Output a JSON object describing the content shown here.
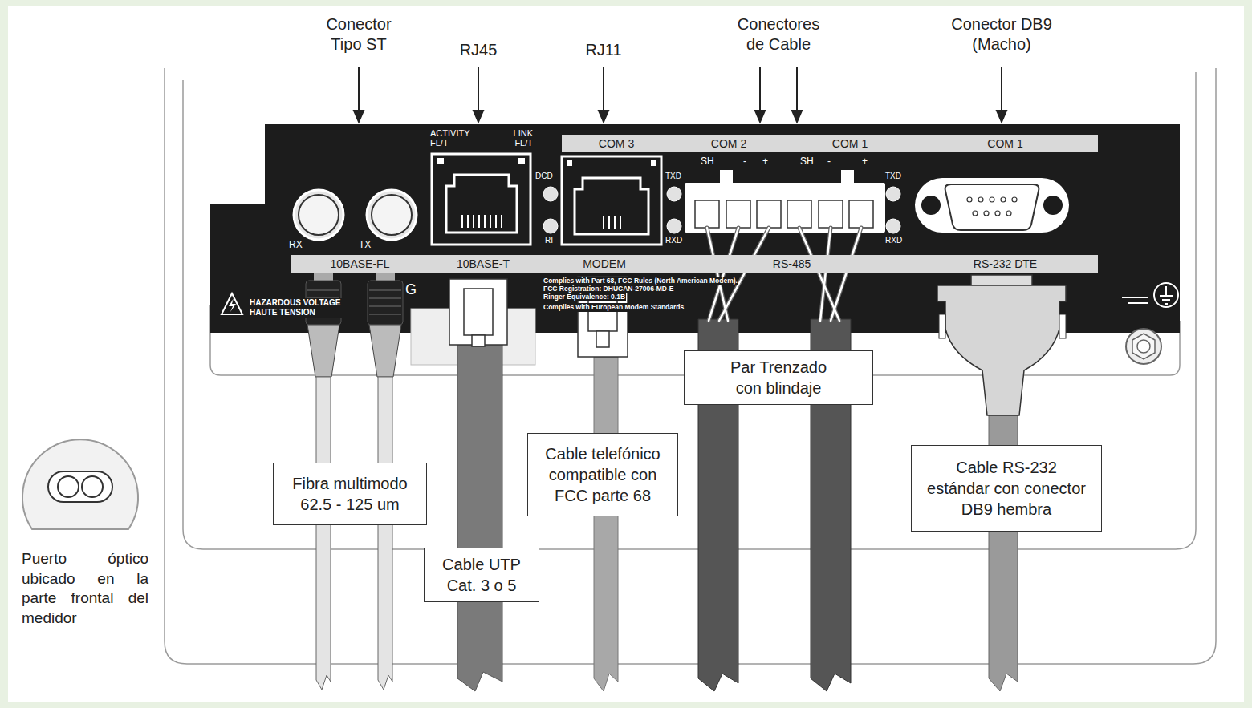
{
  "diagram": {
    "nodes": [
      {
        "text": [
          "COM 3"
        ]
      },
      {
        "text": [
          "COM 2"
        ]
      },
      {
        "text": [
          "COM 1"
        ]
      },
      {
        "text": [
          "COM 1"
        ]
      },
      {
        "text": [
          "10BASE-FL"
        ]
      },
      {
        "text": [
          "10BASE-T"
        ]
      },
      {
        "text": [
          "MODEM"
        ]
      },
      {
        "text": [
          "RS-485"
        ]
      },
      {
        "text": [
          "RS-232 DTE"
        ]
      },
      {
        "text": [
          "Par Trenzado con blindaje"
        ]
      },
      {
        "text": [
          "Cable telefónico compatible con FCC parte 68"
        ]
      },
      {
        "text": [
          "Cable RS-232 estándar con conector DB9 hembra"
        ]
      },
      {
        "text": [
          "Fibra multimodo 62.5 - 125 um"
        ]
      },
      {
        "text": [
          "Cable UTP Cat. 3 o 5"
        ]
      }
    ],
    "labels": [
      "Conector Tipo ST",
      "RJ45",
      "RJ11",
      "Conectores de Cable",
      "Conector DB9 (Macho)",
      "ACTIVITY FL/T",
      "LINK FL/T",
      "DCD",
      "RI",
      "TXD",
      "RXD",
      "TXD",
      "RXD",
      "SH",
      "-",
      "+",
      "SH",
      "-",
      "+",
      "RX",
      "TX",
      "HAZARDOUS VOLTAGE HAUTE TENSION",
      "G",
      "Complies with Part 68, FCC Rules (North American Modem).",
      "FCC Registration: DHUCAN-27006-MD-E",
      "Ringer Equivalence: 0.1B",
      "Complies with European Modem Standards",
      "Puerto óptico ubicado en la parte frontal del medidor"
    ]
  }
}
